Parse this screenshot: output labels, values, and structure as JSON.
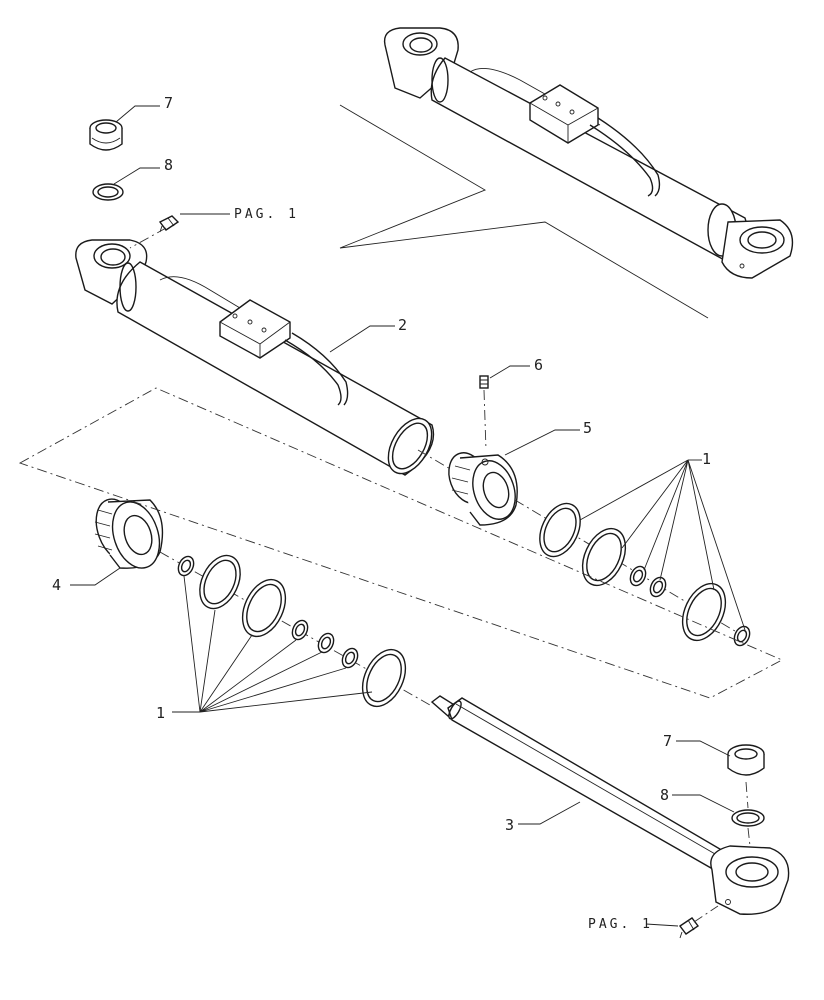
{
  "callouts": {
    "c1_left": "1",
    "c1_right": "1",
    "c2": "2",
    "c3": "3",
    "c4": "4",
    "c5": "5",
    "c6": "6",
    "c7_top": "7",
    "c8_top": "8",
    "c7_bottom": "7",
    "c8_bottom": "8"
  },
  "page_refs": {
    "top": "PAG. 1",
    "bottom": "PAG. 1"
  }
}
